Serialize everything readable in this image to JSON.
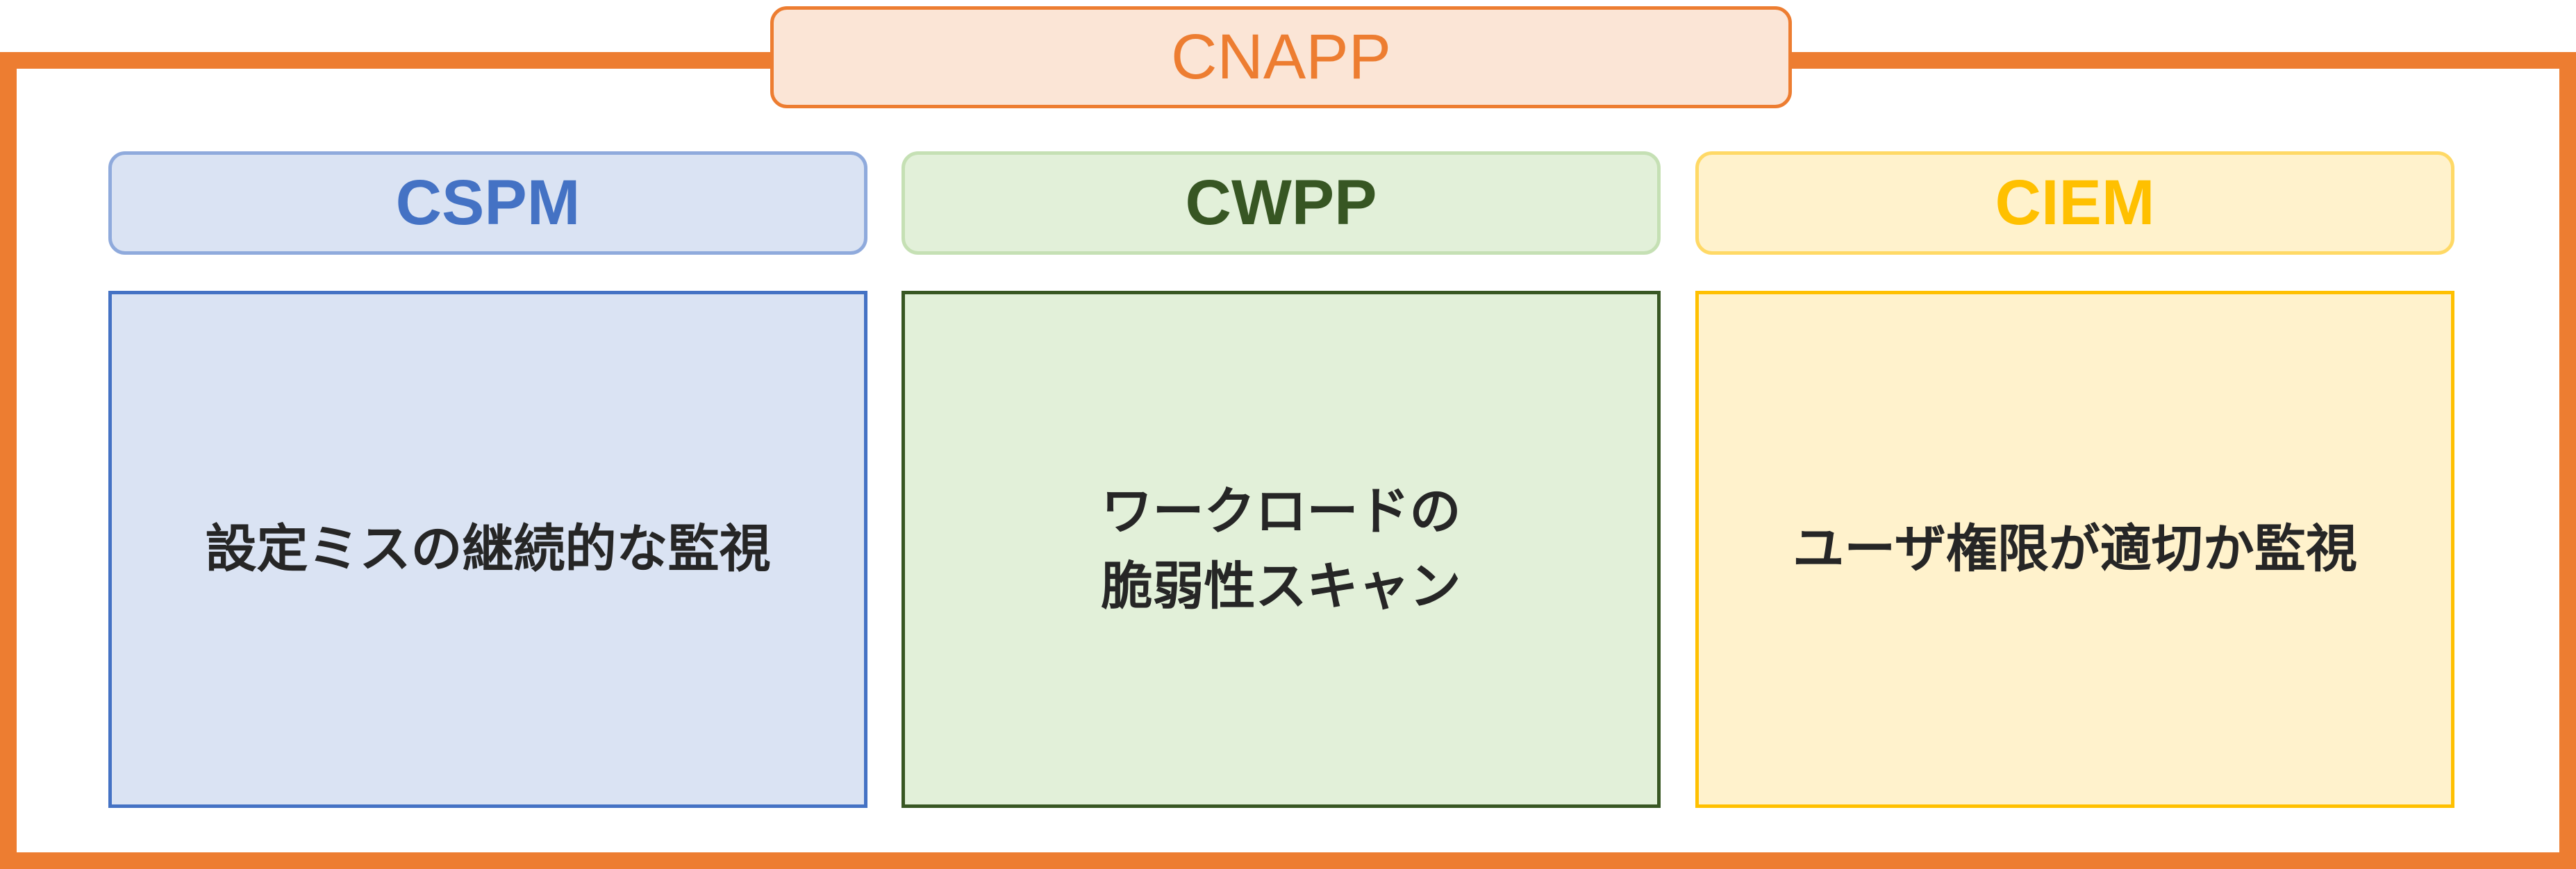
{
  "title": "CNAPP",
  "columns": [
    {
      "header": "CSPM",
      "lines": [
        "設定ミスの継続的な監視"
      ]
    },
    {
      "header": "CWPP",
      "lines": [
        "ワークロードの",
        "脆弱性スキャン"
      ]
    },
    {
      "header": "CIEM",
      "lines": [
        "ユーザ権限が適切か監視"
      ]
    }
  ],
  "colors": {
    "cnapp": "#ED7D31",
    "cspm": "#4472C4",
    "cwpp": "#385723",
    "ciem": "#FFC000"
  }
}
